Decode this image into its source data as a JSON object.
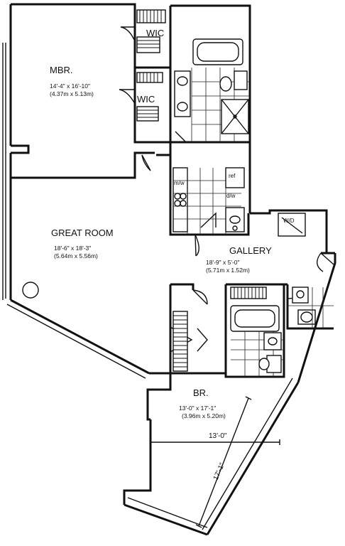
{
  "rooms": {
    "mbr": {
      "name": "MBR.",
      "size_imperial": "14'-4\" x 16'-10\"",
      "size_metric": "(4.37m x 5.13m)"
    },
    "wic_upper": {
      "name": "WIC"
    },
    "wic_lower": {
      "name": "WIC"
    },
    "great_room": {
      "name": "GREAT ROOM",
      "size_imperial": "18'-6\" x 18'-3\"",
      "size_metric": "(5.64m x 5.56m)"
    },
    "gallery": {
      "name": "GALLERY",
      "size_imperial": "18'-9\" x 5'-0\"",
      "size_metric": "(5.71m x 1.52m)"
    },
    "br": {
      "name": "BR.",
      "size_imperial": "13'-0\" x 17'-1\"",
      "size_metric": "(3.96m x 5.20m)"
    }
  },
  "fixtures": {
    "ref": "ref",
    "mw": "m/w",
    "dw": "d/w",
    "wd": "W/D"
  },
  "dimension_lines": {
    "width": "13'-0\"",
    "length": "17'-1\""
  }
}
